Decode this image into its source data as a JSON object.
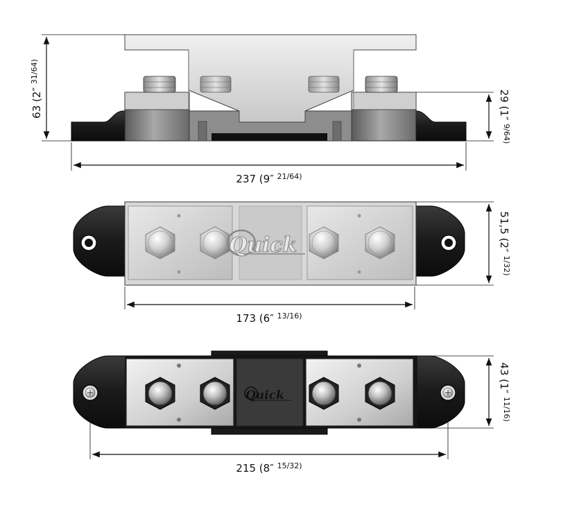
{
  "dimensions": {
    "side_height": {
      "main": "63 (2″ ",
      "frac": "31/64)"
    },
    "side_terminal_height": {
      "main": "29 (1″ ",
      "frac": "9/64)"
    },
    "side_length": {
      "main": "237 (9″ ",
      "frac": "21/64)"
    },
    "top_width": {
      "main": "51,5 (2″ ",
      "frac": "1/32)"
    },
    "top_length": {
      "main": "173 (6″ ",
      "frac": "13/16)"
    },
    "bottom_width": {
      "main": "43 (1″ ",
      "frac": "11/16)"
    },
    "bottom_hole_spacing": {
      "main": "215 (8″ ",
      "frac": "15/32)"
    }
  },
  "logo": {
    "text": "Quick"
  },
  "colors": {
    "base_dark": "#1c1c1c",
    "metal_light": "#e6e6e6",
    "metal_mid": "#b4b4b4",
    "metal_dark": "#707070",
    "cover_grey": "#cfcfcf"
  }
}
